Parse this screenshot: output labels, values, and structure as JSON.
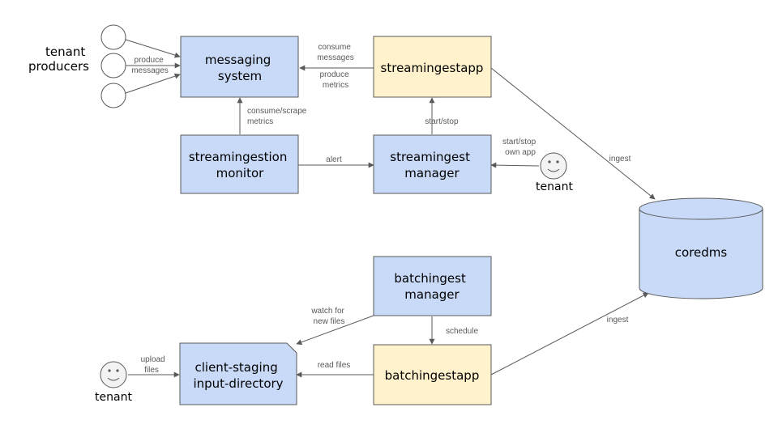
{
  "nodes": {
    "messaging_system": [
      "messaging",
      "system"
    ],
    "streamingestapp": [
      "streamingestapp"
    ],
    "streamingestion_monitor": [
      "streamingestion",
      "monitor"
    ],
    "streamingest_manager": [
      "streamingest",
      "manager"
    ],
    "coredms": [
      "coredms"
    ],
    "batchingest_manager": [
      "batchingest",
      "manager"
    ],
    "client_staging": [
      "client-staging",
      "input-directory"
    ],
    "batchingestapp": [
      "batchingestapp"
    ],
    "tenant_producers": [
      "tenant",
      "producers"
    ],
    "tenant_top": [
      "tenant"
    ],
    "tenant_bottom": [
      "tenant"
    ]
  },
  "edges": {
    "produce_messages": [
      "produce",
      "messages"
    ],
    "consume_messages": [
      "consume",
      "messages"
    ],
    "produce_metrics": [
      "produce",
      "metrics"
    ],
    "consume_scrape": [
      "consume/scrape",
      "metrics"
    ],
    "start_stop": [
      "start/stop"
    ],
    "alert": [
      "alert"
    ],
    "start_stop_own": [
      "start/stop",
      "own app"
    ],
    "ingest_top": [
      "ingest"
    ],
    "ingest_bottom": [
      "ingest"
    ],
    "watch_files": [
      "watch for",
      "new files"
    ],
    "schedule": [
      "schedule"
    ],
    "read_files": [
      "read files"
    ],
    "upload_files": [
      "upload",
      "files"
    ]
  },
  "colors": {
    "component_fill": "#c9daf8",
    "app_fill": "#fff2cc",
    "stroke": "#595959"
  },
  "icons": {
    "tenant_face": "smiley-face-icon",
    "producer": "circle-node-icon"
  }
}
